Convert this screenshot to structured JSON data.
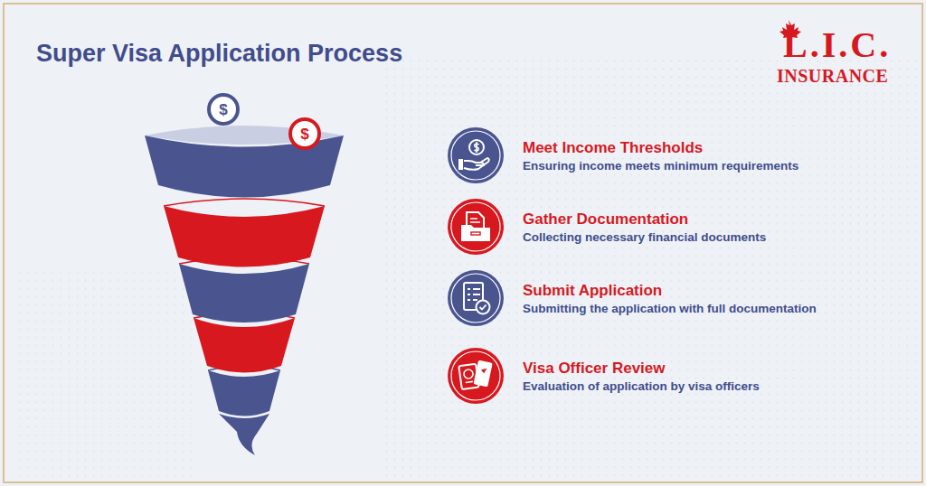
{
  "diagram": {
    "title": "Super Visa Application Process",
    "nodes": [
      {
        "text": [
          "Meet Income Thresholds",
          "Ensuring income meets minimum requirements"
        ]
      },
      {
        "text": [
          "Gather Documentation",
          "Collecting necessary financial documents"
        ]
      },
      {
        "text": [
          "Submit Application",
          "Submitting the application with full documentation"
        ]
      },
      {
        "text": [
          "Visa Officer Review",
          "Evaluation of application by visa officers"
        ]
      }
    ],
    "labels": [
      "$",
      "$",
      "L.I.C.",
      "INSURANCE"
    ]
  }
}
